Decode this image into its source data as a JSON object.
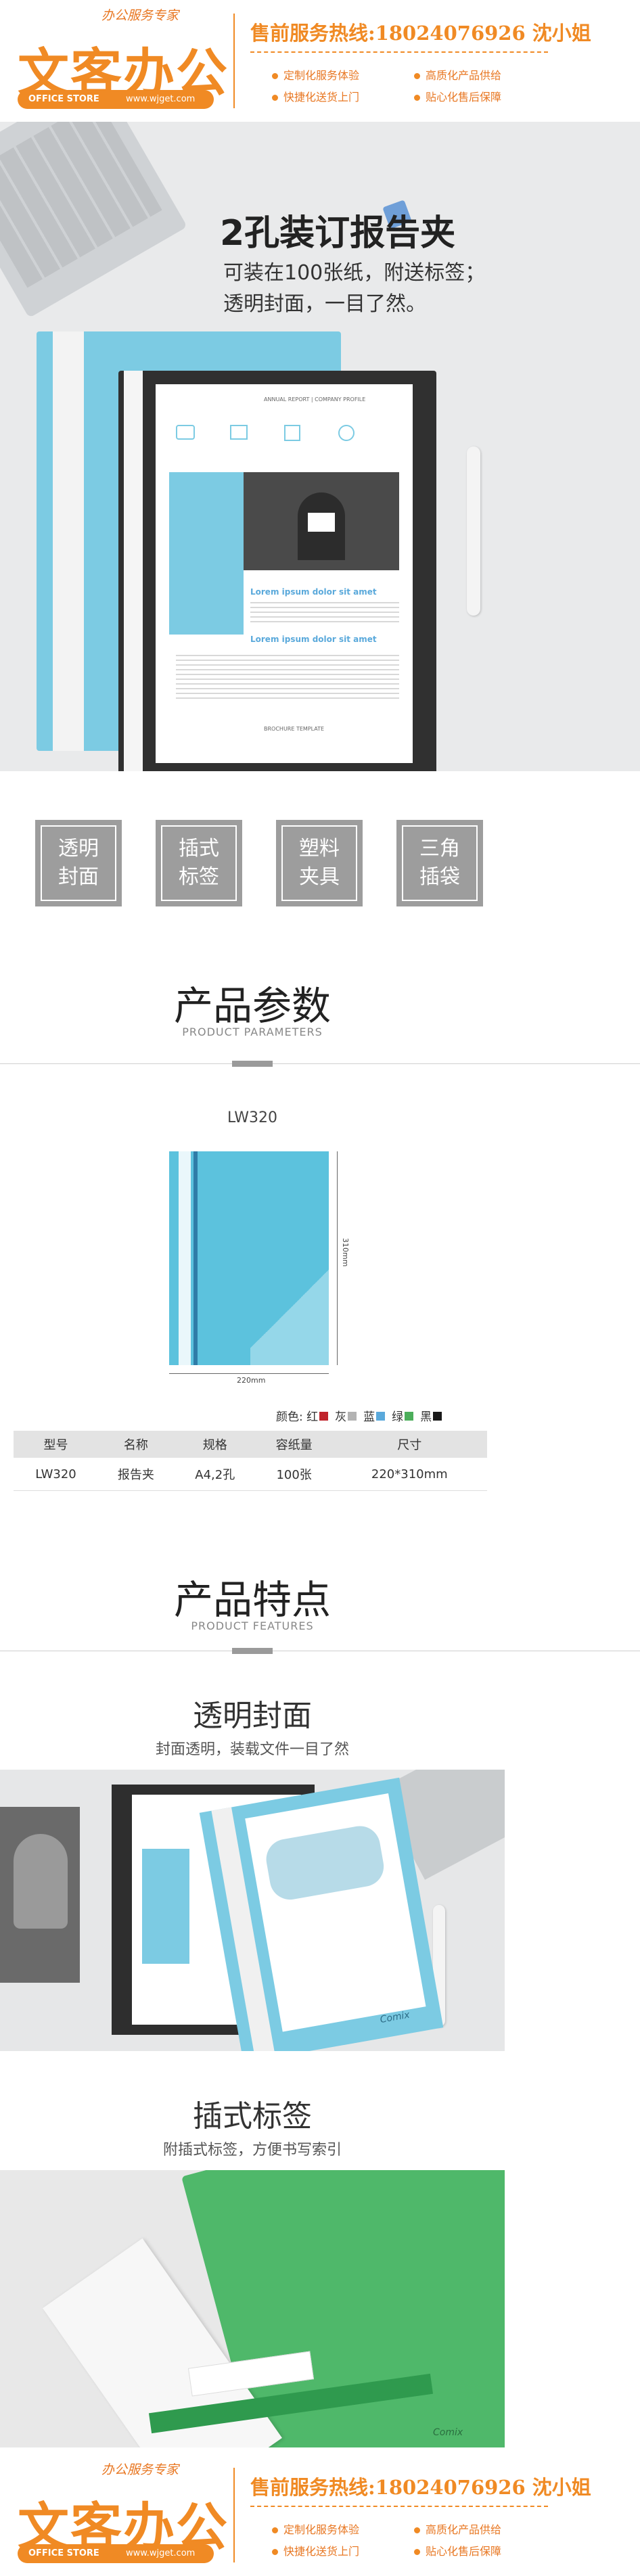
{
  "header": {
    "slogan": "办公服务专家",
    "brand": "文客办公",
    "store_label": "OFFICE STORE",
    "store_url": "www.wjget.com",
    "hotline": "售前服务热线:18024076926 沈小姐",
    "features": [
      "定制化服务体验",
      "高质化产品供给",
      "快捷化送货上门",
      "贴心化售后保障"
    ]
  },
  "hero": {
    "title": "2孔装订报告夹",
    "line1": "可装在100张纸，附送标签；",
    "line2": "透明封面，一目了然。",
    "doc_label": "ANNUAL REPORT | COMPANY PROFILE",
    "doc_heading1": "Lorem ipsum dolor sit amet",
    "doc_heading2": "Lorem ipsum dolor sit amet",
    "doc_footer": "BROCHURE TEMPLATE"
  },
  "feature_boxes": [
    {
      "l1": "透明",
      "l2": "封面"
    },
    {
      "l1": "插式",
      "l2": "标签"
    },
    {
      "l1": "塑料",
      "l2": "夹具"
    },
    {
      "l1": "三角",
      "l2": "插袋"
    }
  ],
  "params": {
    "title": "产品参数",
    "subtitle": "PRODUCT PARAMETERS",
    "model": "LW320",
    "height_label": "310mm",
    "width_label": "220mm",
    "color_label": "颜色:",
    "colors": [
      {
        "name": "红",
        "hex": "#c0232b"
      },
      {
        "name": "灰",
        "hex": "#b3b3b3"
      },
      {
        "name": "蓝",
        "hex": "#5aa9db"
      },
      {
        "name": "绿",
        "hex": "#4cae5b"
      },
      {
        "name": "黑",
        "hex": "#1a1a1a"
      }
    ],
    "table": {
      "headers": [
        "型号",
        "名称",
        "规格",
        "容纸量",
        "尺寸"
      ],
      "row": [
        "LW320",
        "报告夹",
        "A4,2孔",
        "100张",
        "220*310mm"
      ]
    }
  },
  "features_section": {
    "title": "产品特点",
    "subtitle": "PRODUCT FEATURES",
    "f1_title": "透明封面",
    "f1_desc": "封面透明，装载文件一目了然",
    "f2_title": "插式标签",
    "f2_desc": "附插式标签，方便书写索引",
    "photo_mark": "Comix"
  }
}
